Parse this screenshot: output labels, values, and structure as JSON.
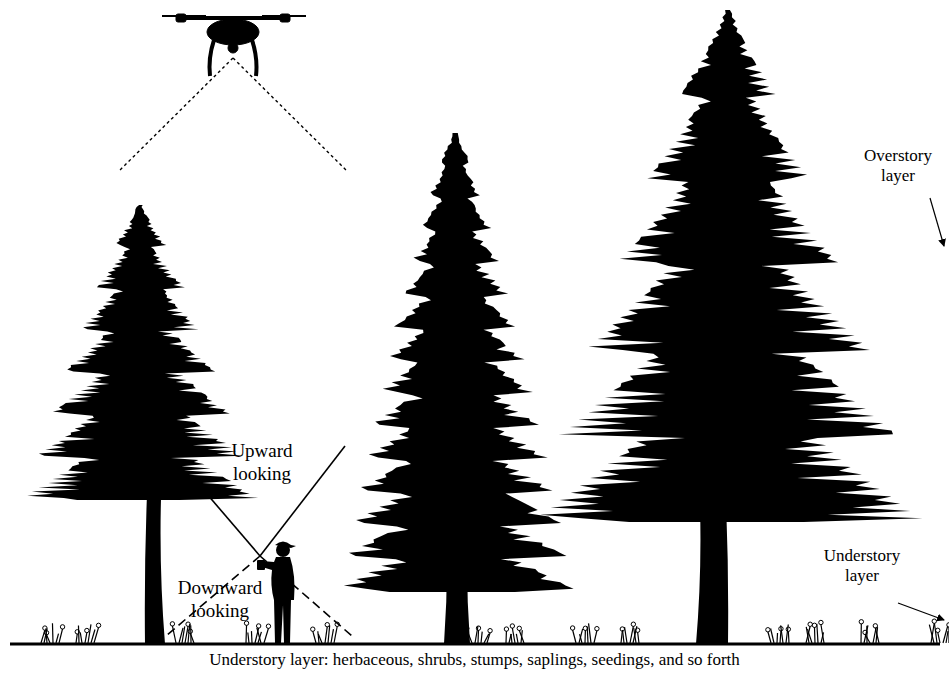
{
  "diagram": {
    "caption": "Understory layer: herbaceous, shrubs, stumps, saplings, seedings, and so forth",
    "labels": [
      "Overstory layer",
      "Understory layer",
      "Upward looking",
      "Downward looking"
    ]
  }
}
